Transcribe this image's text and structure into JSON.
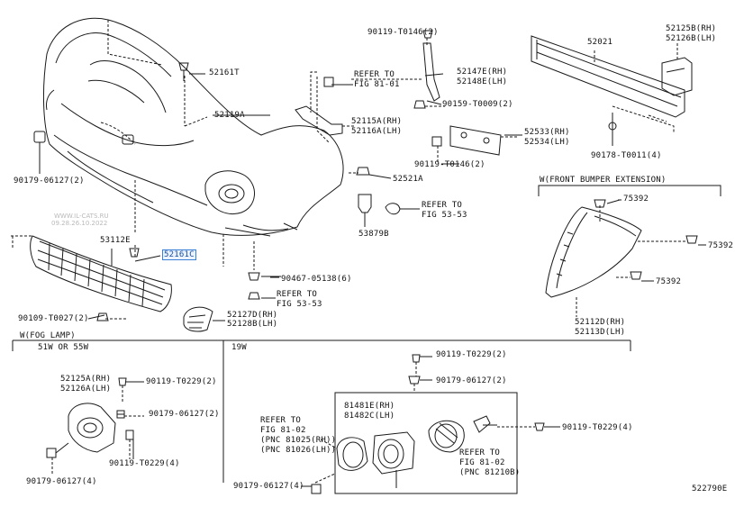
{
  "parts": {
    "p52161T": "52161T",
    "p52119A": "52119A",
    "p90179_06127_2": "90179-06127(2)",
    "p53112E": "53112E",
    "p52161C": "52161C",
    "p90109_T0027_2": "90109-T0027(2)",
    "p52127D_RH": "52127D(RH)",
    "p52128B_LH": "52128B(LH)",
    "p90467_05138_6": "90467-05138(6)",
    "p53879B": "53879B",
    "p52521A": "52521A",
    "p90119_T0146_2_top": "90119-T0146(2)",
    "p52147E_RH": "52147E(RH)",
    "p52148E_LH": "52148E(LH)",
    "p90159_T0009_2": "90159-T0009(2)",
    "p52115A_RH": "52115A(RH)",
    "p52116A_LH": "52116A(LH)",
    "p52533_RH": "52533(RH)",
    "p52534_LH": "52534(LH)",
    "p90119_T0146_2_mid": "90119-T0146(2)",
    "p52021": "52021",
    "p52125B_RH": "52125B(RH)",
    "p52126B_LH": "52126B(LH)",
    "p90178_T0011_4": "90178-T0011(4)",
    "p75392_a": "75392",
    "p75392_b": "75392",
    "p75392_c": "75392",
    "p52112D_RH": "52112D(RH)",
    "p52113D_LH": "52113D(LH)",
    "p52125A_RH": "52125A(RH)",
    "p52126A_LH": "52126A(LH)",
    "p90119_T0229_2_left": "90119-T0229(2)",
    "p90179_06127_2_left": "90179-06127(2)",
    "p90119_T0229_4_left": "90119-T0229(4)",
    "p90179_06127_4_left": "90179-06127(4)",
    "p90119_T0229_2_right": "90119-T0229(2)",
    "p90179_06127_2_right": "90179-06127(2)",
    "p81481E_RH": "81481E(RH)",
    "p81482C_LH": "81482C(LH)",
    "p90119_T0229_4_right": "90119-T0229(4)",
    "p90179_06127_4_right": "90179-06127(4)"
  },
  "refs": {
    "r1_a": "REFER TO",
    "r1_b": "FIG 81-01",
    "r2_a": "REFER TO",
    "r2_b": "FIG 53-53",
    "r3_a": "REFER TO",
    "r3_b": "FIG 53-53",
    "r4_a": "REFER TO",
    "r4_b": "FIG 81-02",
    "r4_c": "(PNC 81025(RH))",
    "r4_d": "(PNC 81026(LH))",
    "r5_a": "REFER TO",
    "r5_b": "FIG 81-02",
    "r5_c": "(PNC 81210B)"
  },
  "sections": {
    "front_ext": "W(FRONT BUMPER EXTENSION)",
    "fog_lamp": "W(FOG LAMP)",
    "w51_55": "51W OR 55W",
    "w19": "19W"
  },
  "watermark": {
    "line1": "WWW.IL-CATS.RU",
    "line2": "09.28.26.10.2022"
  },
  "figure_code": "522790E",
  "colors": {
    "line": "#1a1a1a",
    "highlight_border": "#3b7fd6",
    "watermark": "#b9b9b9"
  }
}
